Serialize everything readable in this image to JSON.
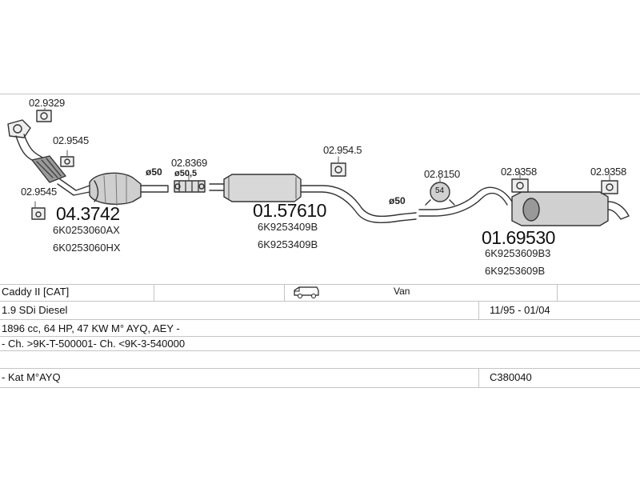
{
  "parts": {
    "p1": {
      "num": "02.9329"
    },
    "p2": {
      "num": "02.9545"
    },
    "p3": {
      "num": "02.9545"
    },
    "cat": {
      "big": "04.3742",
      "oem1": "6K0253060AX",
      "oem2": "6K0253060HX"
    },
    "clamp": {
      "num": "02.8369",
      "diam": "ø50,5"
    },
    "d1": "ø50",
    "p5": {
      "num": "02.954.5"
    },
    "mid": {
      "big": "01.57610",
      "oem1": "6K9253409B",
      "oem2": "6K9253409B"
    },
    "d2": "ø50",
    "p7": {
      "num": "02.8150",
      "ring": "54"
    },
    "p8": {
      "num": "02.9358"
    },
    "p9": {
      "num": "02.9358"
    },
    "rear": {
      "big": "01.69530",
      "oem1": "6K9253609B3",
      "oem2": "6K9253609B"
    }
  },
  "table": {
    "model": "Caddy II  [CAT]",
    "body": "Van",
    "engine": "1.9 SDi Diesel",
    "years": "11/95 - 01/04",
    "spec": "1896 cc, 64 HP, 47 KW M° AYQ, AEY -",
    "chassis": "- Ch. >9K-T-500001- Ch. <9K-3-540000",
    "note": "- Kat M°AYQ",
    "code": "C380040"
  }
}
